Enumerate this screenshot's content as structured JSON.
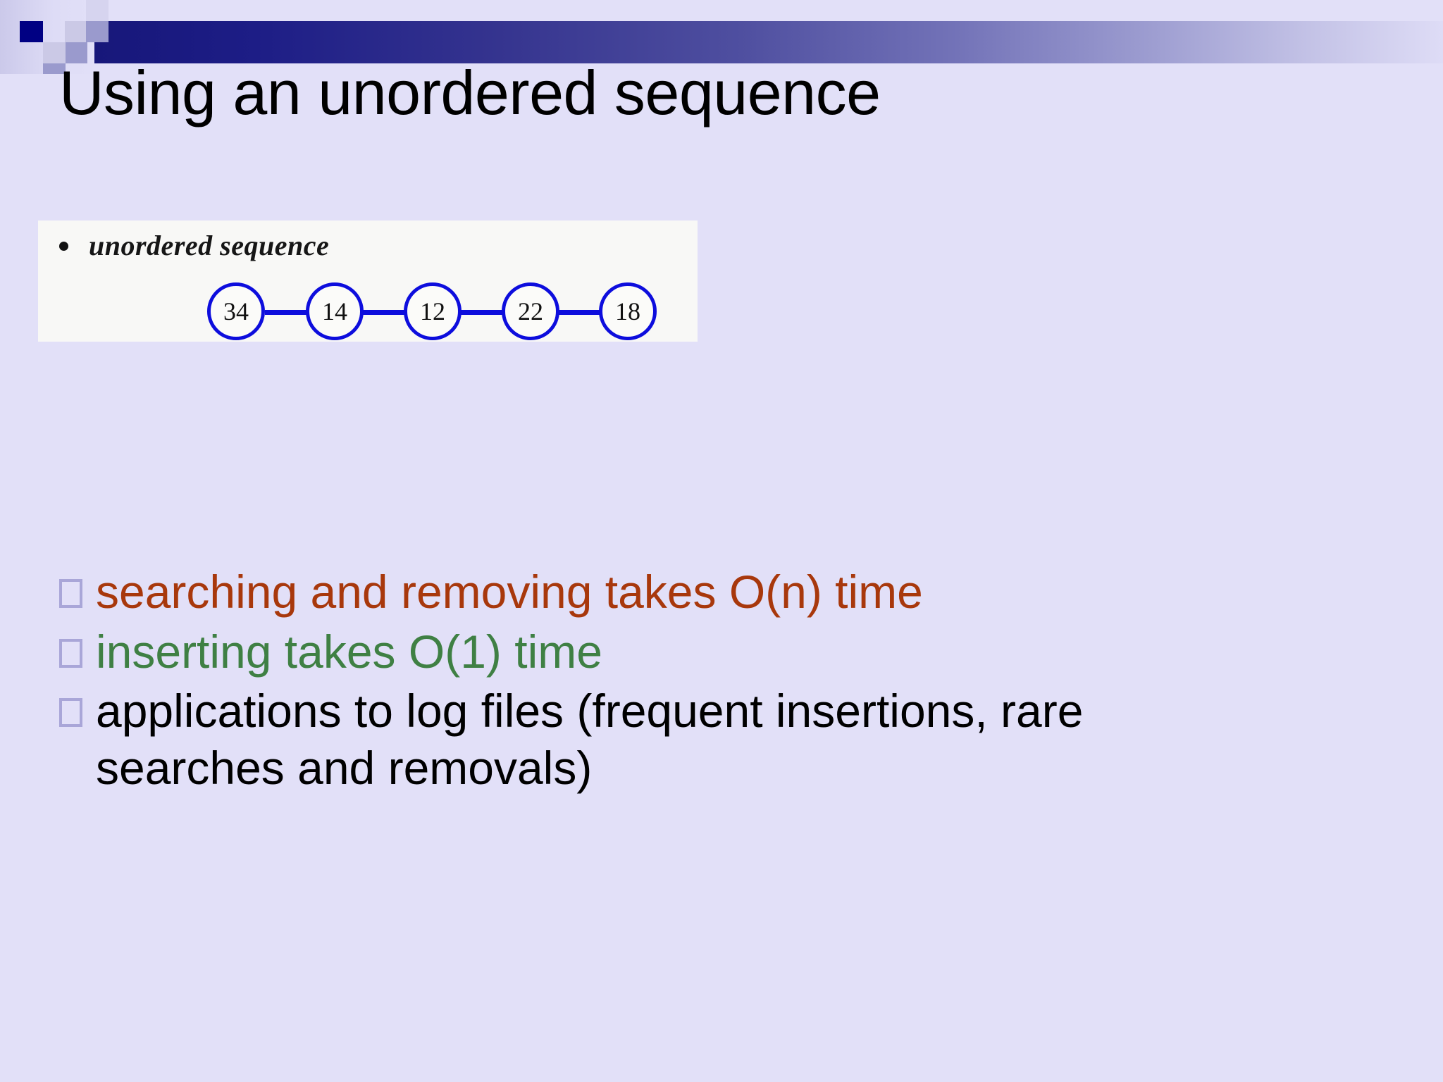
{
  "slide": {
    "title": "Using an unordered sequence",
    "background_color": "#e2e0f8",
    "header_band_colors": {
      "navy": "#000083",
      "mid_violet": "#9a9acd",
      "pale_violet": "#cbc9e6",
      "gradient_start": "#17177a",
      "gradient_end": "#dedcf6"
    }
  },
  "figure": {
    "caption": "unordered sequence",
    "background_color": "#f8f8f6",
    "node_color": "#0d0ddd",
    "nodes": [
      {
        "label": "34"
      },
      {
        "label": "14"
      },
      {
        "label": "12"
      },
      {
        "label": "22"
      },
      {
        "label": "18"
      }
    ]
  },
  "bullets": [
    {
      "text": "searching and removing takes O(n) time",
      "color": "#a8380c",
      "marker": "hollow-square"
    },
    {
      "text": "inserting takes O(1) time",
      "color": "#3f8044",
      "marker": "hollow-square"
    },
    {
      "text": "applications to log files (frequent insertions, rare searches and removals)",
      "color": "#000000",
      "marker": "hollow-square"
    }
  ]
}
